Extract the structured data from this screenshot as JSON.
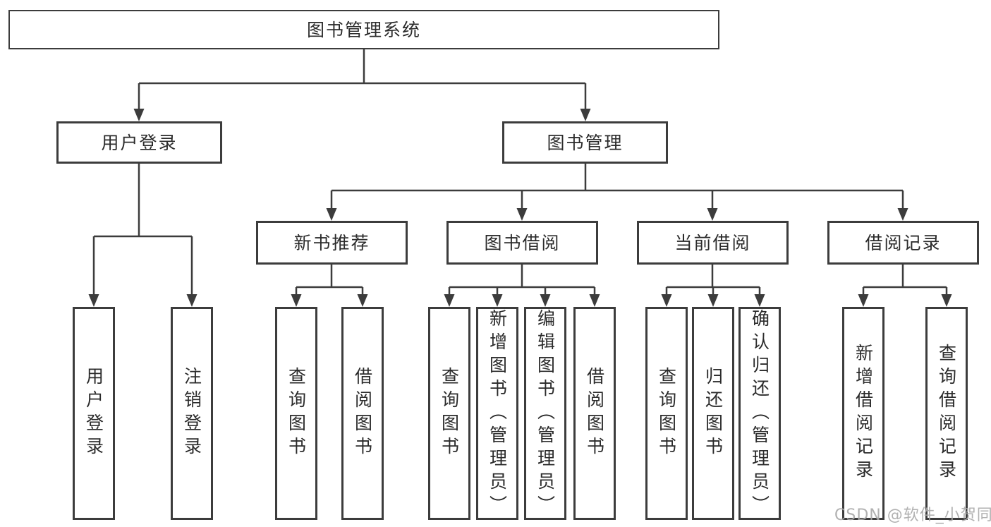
{
  "tree": {
    "root": {
      "label": "图书管理系统"
    },
    "branches": [
      {
        "label": "用户登录",
        "children": [
          {
            "label": "用户登录"
          },
          {
            "label": "注销登录"
          }
        ]
      },
      {
        "label": "图书管理",
        "children": [
          {
            "label": "新书推荐",
            "children": [
              {
                "label": "查询图书"
              },
              {
                "label": "借阅图书"
              }
            ]
          },
          {
            "label": "图书借阅",
            "children": [
              {
                "label": "查询图书"
              },
              {
                "label": "新增图书（管理员）"
              },
              {
                "label": "编辑图书（管理员）"
              },
              {
                "label": "借阅图书"
              }
            ]
          },
          {
            "label": "当前借阅",
            "children": [
              {
                "label": "查询图书"
              },
              {
                "label": "归还图书"
              },
              {
                "label": "确认归还（管理员）"
              }
            ]
          },
          {
            "label": "借阅记录",
            "children": [
              {
                "label": "新增借阅记录"
              },
              {
                "label": "查询借阅记录"
              }
            ]
          }
        ]
      }
    ]
  },
  "watermark": {
    "text": "CSDN @软件_小贺同学"
  },
  "colors": {
    "line": "#3c3c3c",
    "text": "#2b2b2b",
    "watermark": "#a8a8a8",
    "background": "#ffffff"
  }
}
